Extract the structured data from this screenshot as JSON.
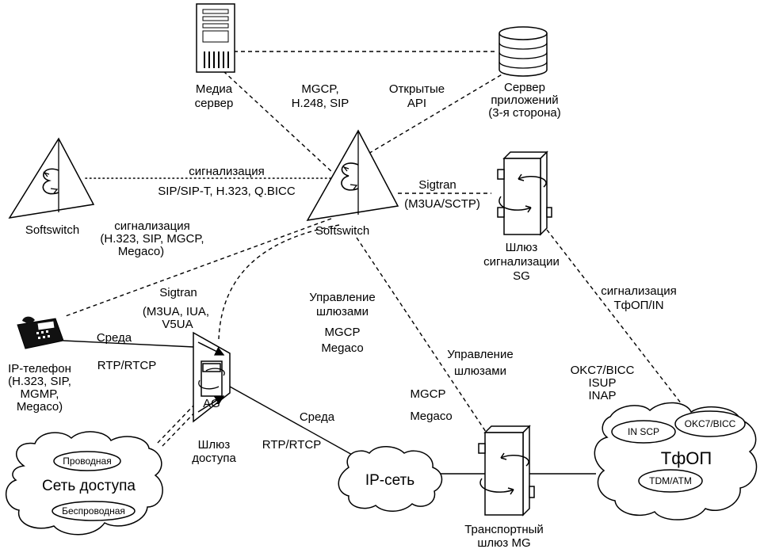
{
  "nodes": {
    "media_server": [
      "Медиа",
      "сервер"
    ],
    "app_server": [
      "Сервер",
      "приложений",
      "(3-я сторона)"
    ],
    "softswitch_left": "Softswitch",
    "softswitch_center": "Softswitch",
    "signaling_gateway": [
      "Шлюз",
      "сигнализации",
      "SG"
    ],
    "ip_phone": [
      "IP-телефон",
      "(H.323, SIP,",
      "MGMP,",
      "Megaco)"
    ],
    "access_gateway_tag": "AG",
    "access_gateway": [
      "Шлюз",
      "доступа"
    ],
    "access_network": {
      "title": "Сеть доступа",
      "wired": "Проводная",
      "wireless": "Беспроводная"
    },
    "ip_network": "IP-сеть",
    "transport_gateway": [
      "Транспортный",
      "шлюз MG"
    ],
    "pstn": {
      "title": "ТфОП",
      "in_scp": "IN SCP",
      "okc7": "OKC7/BICC",
      "tdm": "TDM/ATM"
    }
  },
  "links": {
    "media_ctrl": [
      "MGCP,",
      "H.248, SIP"
    ],
    "open_api": [
      "Открытые",
      "API"
    ],
    "ss_ss": [
      "сигнализация",
      "SIP/SIP-T, H.323, Q.BICC"
    ],
    "sigtran_sg": [
      "Sigtran",
      "(M3UA/SCTP)"
    ],
    "phone_signaling": [
      "сигнализация",
      "(H.323, SIP, MGCP,",
      "Megaco)"
    ],
    "sigtran_ag": [
      "Sigtran",
      "(M3UA, IUA,",
      "V5UA"
    ],
    "phone_media": [
      "Среда",
      "RTP/RTCP"
    ],
    "ag_mgmt": [
      "Управление",
      "шлюзами",
      "MGCP",
      "Megaco"
    ],
    "mg_mgmt": [
      "Управление",
      "шлюзами"
    ],
    "mg_proto": [
      "MGCP",
      "Megaco"
    ],
    "pstn_signaling": [
      "сигнализация",
      "ТфОП/IN"
    ],
    "pstn_protocols": [
      "OKC7/BICC",
      "ISUP",
      "INAP"
    ],
    "ag_media": [
      "Среда",
      "RTP/RTCP"
    ]
  }
}
